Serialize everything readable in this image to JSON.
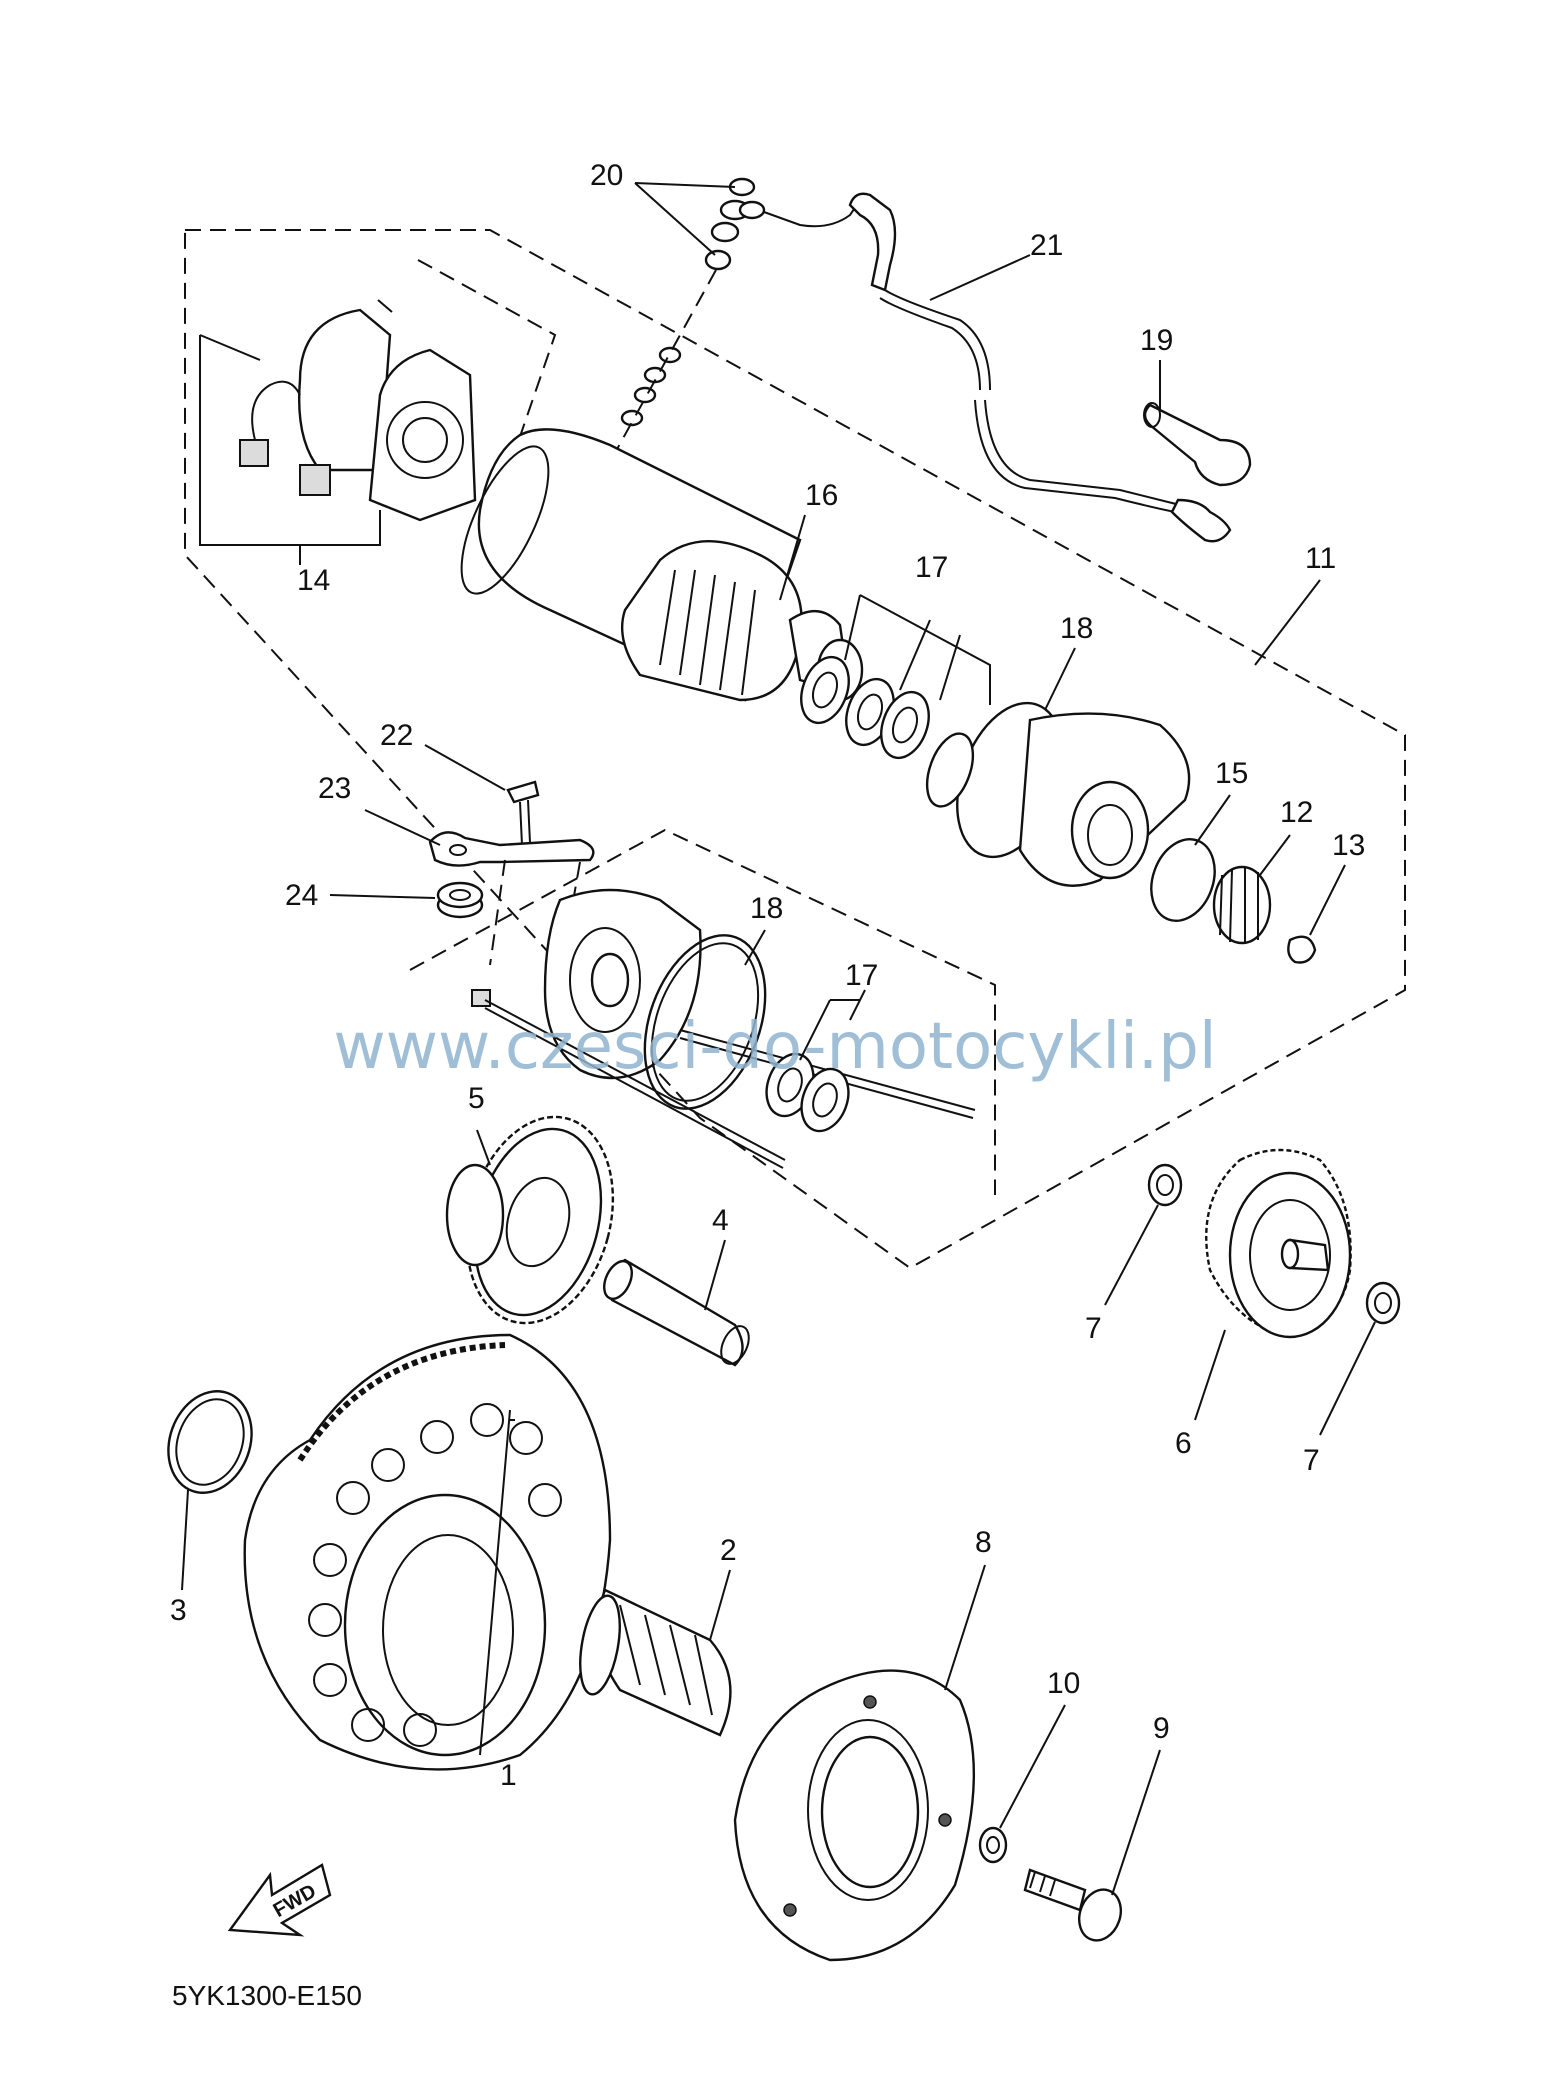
{
  "diagram": {
    "drawing_code": "5YK1300-E150",
    "watermark": "www.czesci-do-motocykli.pl",
    "direction_label": "FWD",
    "callouts": {
      "c1": "1",
      "c2": "2",
      "c3": "3",
      "c4": "4",
      "c5": "5",
      "c6": "6",
      "c7a": "7",
      "c7b": "7",
      "c8": "8",
      "c9": "9",
      "c10": "10",
      "c11": "11",
      "c12": "12",
      "c13": "13",
      "c14": "14",
      "c15": "15",
      "c16": "16",
      "c17a": "17",
      "c17b": "17",
      "c18a": "18",
      "c18b": "18",
      "c19": "19",
      "c20": "20",
      "c21": "21",
      "c22": "22",
      "c23": "23",
      "c24": "24"
    }
  }
}
